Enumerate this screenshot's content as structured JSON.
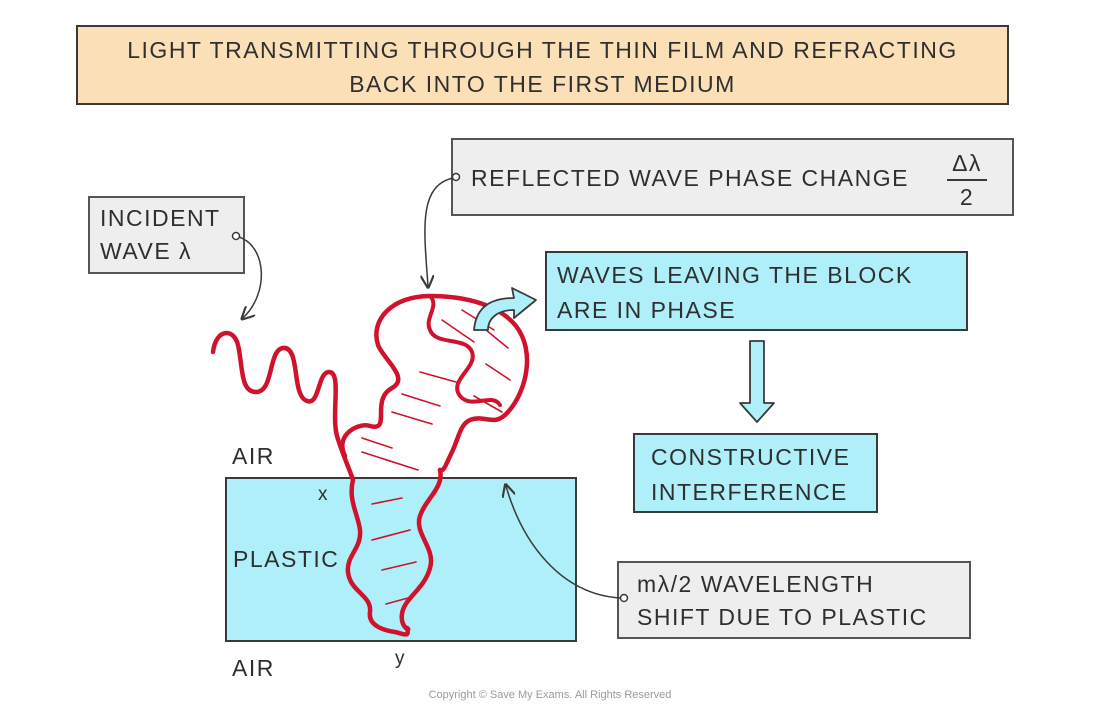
{
  "title": {
    "line1": "LIGHT TRANSMITTING THROUGH THE THIN FILM AND REFRACTING",
    "line2": "BACK INTO THE FIRST MEDIUM"
  },
  "labels": {
    "incident_line1": "INCIDENT",
    "incident_line2": "WAVE λ",
    "reflected": "REFLECTED WAVE PHASE CHANGE",
    "reflected_frac_num": "Δλ",
    "reflected_frac_den": "2",
    "phase_line1": "WAVES LEAVING THE BLOCK",
    "phase_line2": "ARE IN PHASE",
    "constructive_line1": "CONSTRUCTIVE",
    "constructive_line2": "INTERFERENCE",
    "shift_line1": "mλ/2 WAVELENGTH",
    "shift_line2": "SHIFT DUE TO PLASTIC",
    "air_top": "AIR",
    "air_bottom": "AIR",
    "plastic": "PLASTIC",
    "point_x": "x",
    "point_y": "y"
  },
  "copyright": "Copyright © Save My Exams. All Rights Reserved",
  "colors": {
    "title_bg": "#fbe0b7",
    "grey_box": "#eeeeee",
    "cyan_box": "#aeeffa",
    "wave": "#d0122c",
    "arrow_fill": "#aeeffa",
    "outline": "#3a3a3a"
  }
}
